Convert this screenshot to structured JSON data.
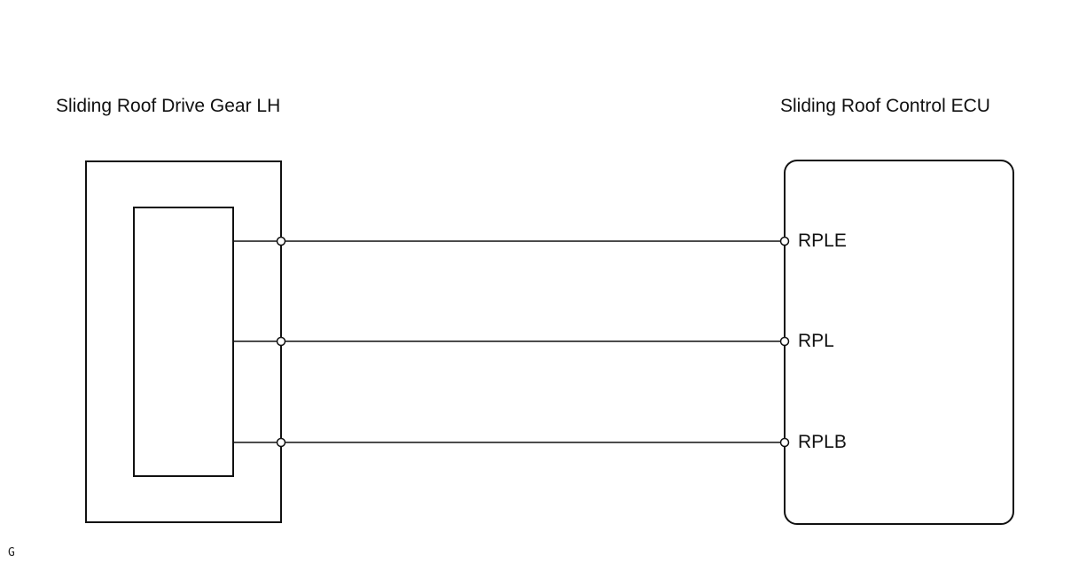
{
  "components": {
    "left": {
      "title": "Sliding Roof Drive Gear LH"
    },
    "right": {
      "title": "Sliding Roof Control ECU"
    }
  },
  "terminals": [
    {
      "name": "RPLE"
    },
    {
      "name": "RPL"
    },
    {
      "name": "RPLB"
    }
  ],
  "footer": {
    "code": "G"
  },
  "colors": {
    "line": "#111111",
    "background": "#ffffff"
  }
}
